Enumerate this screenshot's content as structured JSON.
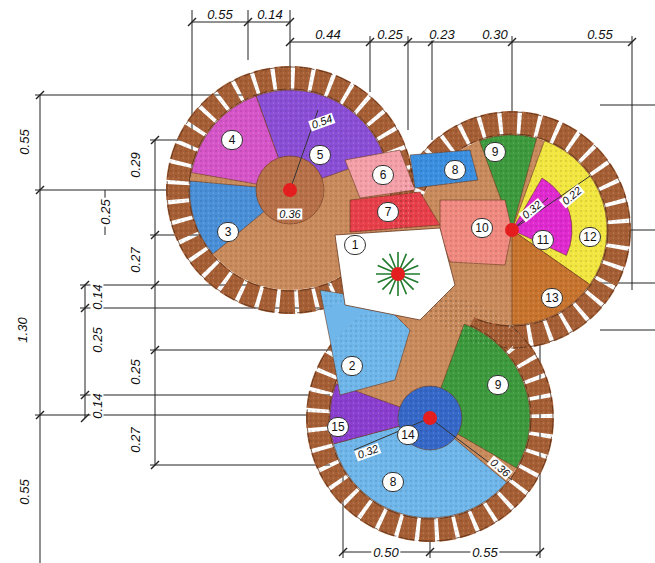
{
  "diagram": {
    "labels": [
      "0.55",
      "0.14",
      "0.44",
      "0.25",
      "0.23",
      "0.30",
      "0.55",
      "0.55",
      "0.29",
      "0.25",
      "0.27",
      "1.30",
      "0.14",
      "0.25",
      "0.25",
      "0.14",
      "0.55",
      "0.27",
      "0.50",
      "0.55",
      "0.54",
      "0.36",
      "0.32",
      "0.22",
      "0.32",
      "0.36",
      "1",
      "2",
      "3",
      "4",
      "5",
      "6",
      "7",
      "8",
      "9",
      "10",
      "11",
      "12",
      "13",
      "9",
      "14",
      "15",
      "8"
    ]
  }
}
